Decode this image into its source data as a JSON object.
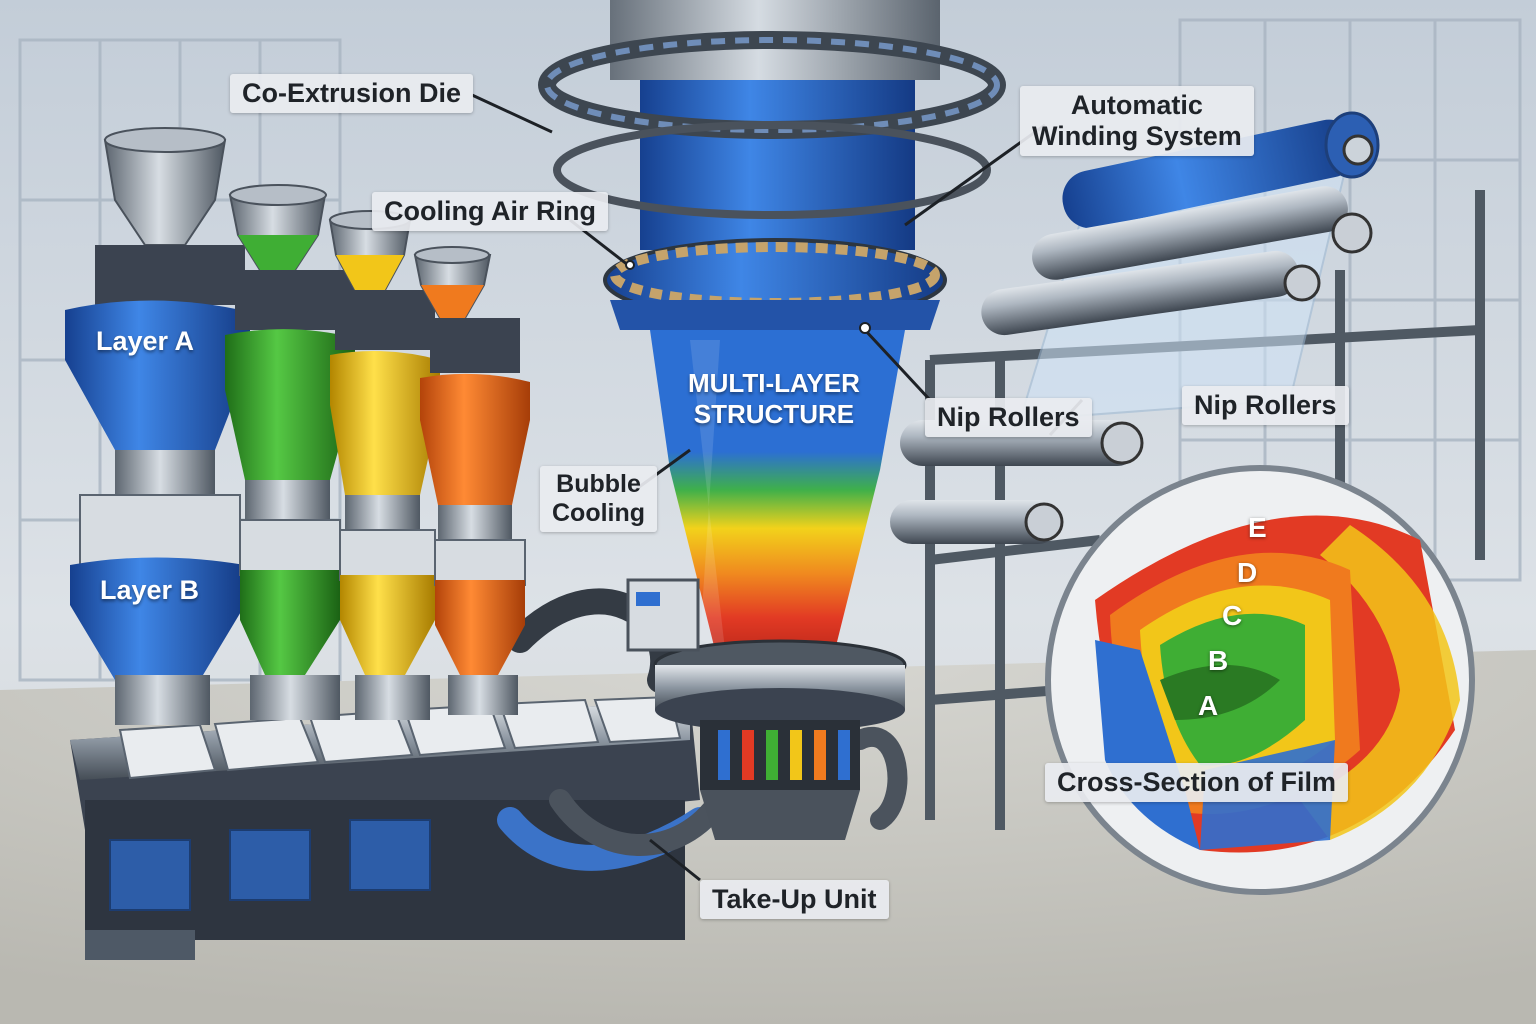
{
  "labels": {
    "co_extrusion_die": "Co-Extrusion Die",
    "automatic_winding": "Automatic\nWinding System",
    "cooling_air_ring": "Cooling Air Ring",
    "nip_rollers_center": "Nip Rollers",
    "nip_rollers_right": "Nip Rollers",
    "bubble_cooling": "Bubble\nCooling",
    "take_up_unit": "Take-Up Unit",
    "cross_section": "Cross-Section of Film"
  },
  "hoppers": {
    "layer_a": "Layer A",
    "layer_b": "Layer B"
  },
  "bubble_text": "MULTI-LAYER\nSTRUCTURE",
  "cross_section_layers": [
    "A",
    "B",
    "C",
    "D",
    "E"
  ],
  "colors": {
    "blue": "#2f6fd0",
    "green": "#3fae34",
    "yellow": "#f2c619",
    "orange": "#f07a1e",
    "red": "#e23a24",
    "steel": "#8e99a6",
    "background": "#d9dee4"
  }
}
